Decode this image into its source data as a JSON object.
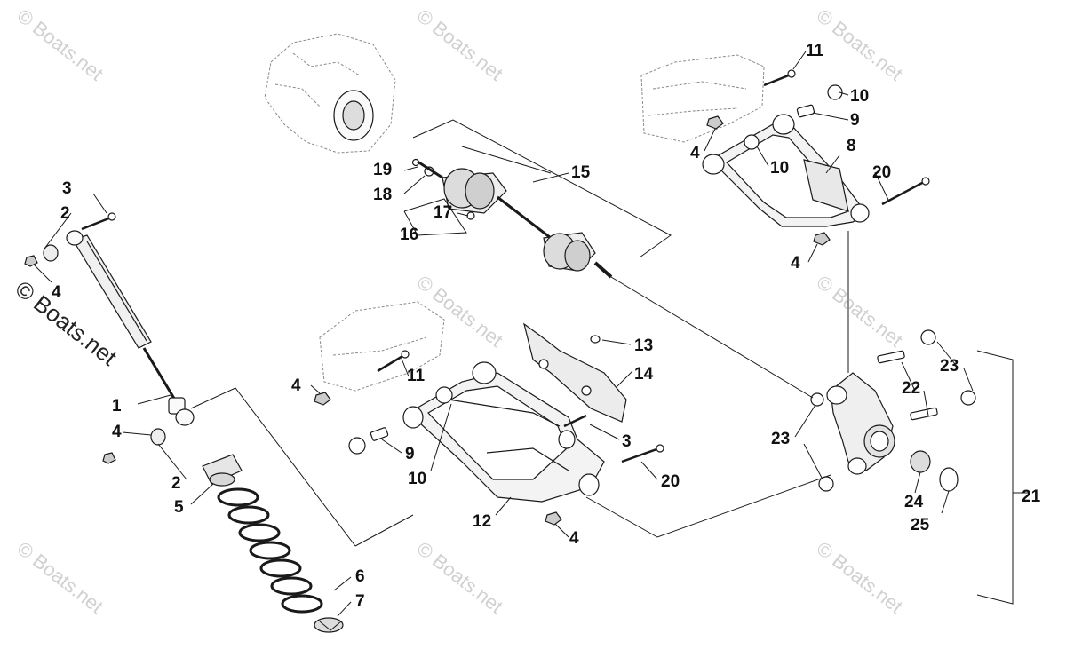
{
  "watermark": {
    "text": "© Boats.net"
  },
  "callouts": {
    "c1": "1",
    "c2a": "2",
    "c2b": "2",
    "c3a": "3",
    "c3b": "3",
    "c4a": "4",
    "c4b": "4",
    "c4c": "4",
    "c4d": "4",
    "c4e": "4",
    "c4f": "4",
    "c5": "5",
    "c6": "6",
    "c7": "7",
    "c8": "8",
    "c9a": "9",
    "c9b": "9",
    "c10a": "10",
    "c10b": "10",
    "c10c": "10",
    "c11a": "11",
    "c11b": "11",
    "c12": "12",
    "c13": "13",
    "c14": "14",
    "c15": "15",
    "c16": "16",
    "c17": "17",
    "c18": "18",
    "c19": "19",
    "c20a": "20",
    "c20b": "20",
    "c21": "21",
    "c22": "22",
    "c23a": "23",
    "c23b": "23",
    "c24": "24",
    "c25": "25"
  },
  "colors": {
    "line": "#1a1a1a",
    "part_fill": "#f4f4f4",
    "shade": "#bdbdbd",
    "watermark": "#9a9a9a"
  }
}
